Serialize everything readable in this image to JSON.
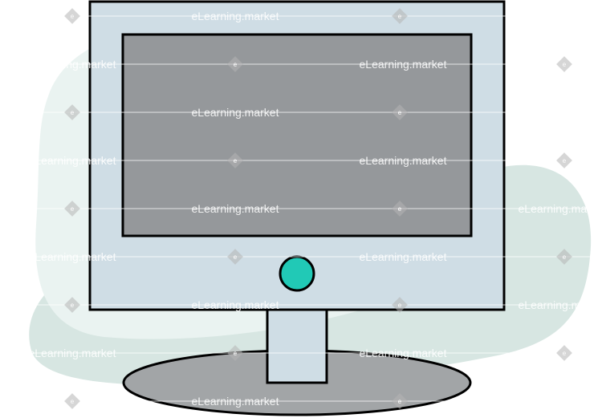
{
  "illustration": {
    "subject": "computer-monitor",
    "colors": {
      "background_blob": "#e8f1ef",
      "background_blob_dark": "#d7e6e2",
      "monitor_frame": "#cfdde5",
      "screen": "#95989b",
      "power_button": "#21c9b6",
      "stand_neck": "#cfdde5",
      "stand_base": "#a2a5a7",
      "outline": "#000000"
    }
  },
  "watermark": {
    "text": "eLearning.market",
    "mark_letter": "e"
  }
}
